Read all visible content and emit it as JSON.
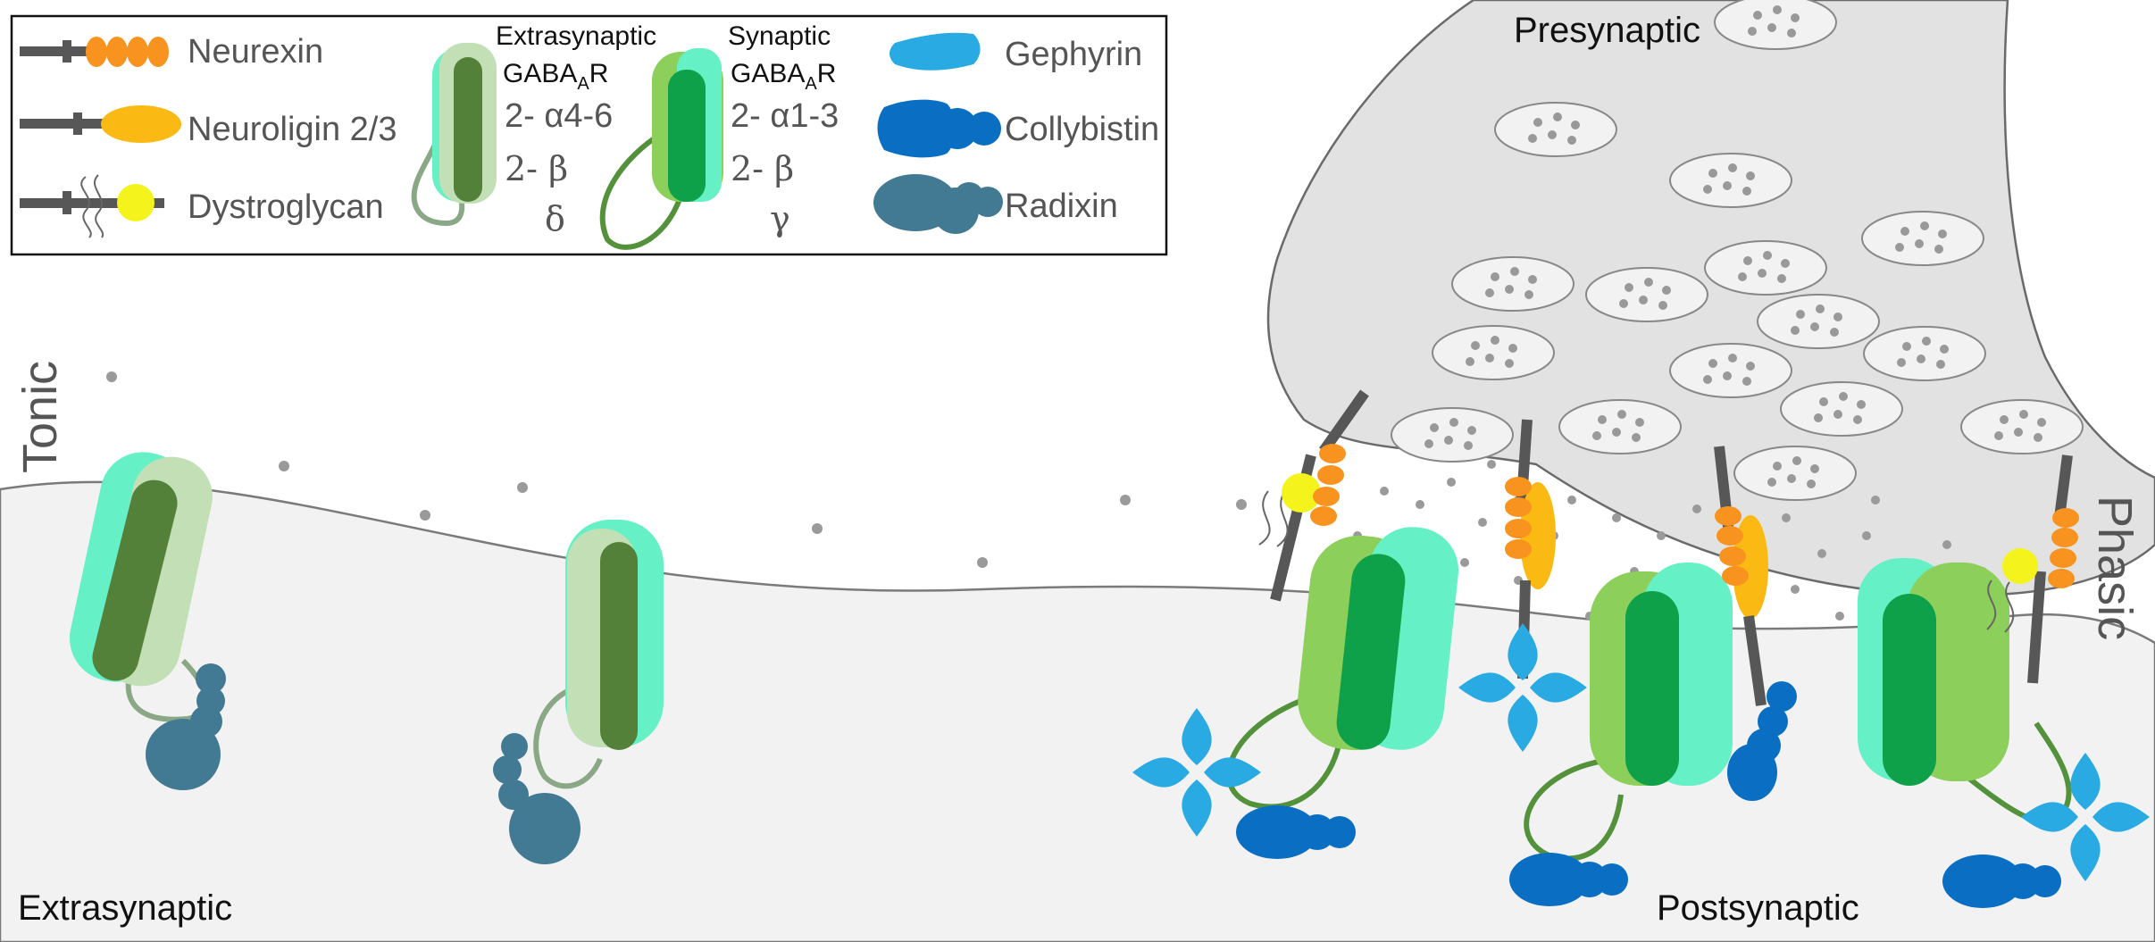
{
  "legend": {
    "neurexin": "Neurexin",
    "neuroligin": "Neuroligin 2/3",
    "dystroglycan": "Dystroglycan",
    "extrasynaptic_title": "Extrasynaptic",
    "extrasynaptic_gaba": "GABA",
    "extrasynaptic_gaba_sub": "A",
    "extrasynaptic_gaba_r": "R",
    "extrasynaptic_sub1": "2- α4-6",
    "extrasynaptic_sub2": "2- β",
    "extrasynaptic_sub3": "δ",
    "synaptic_title": "Synaptic",
    "synaptic_gaba": "GABA",
    "synaptic_gaba_sub": "A",
    "synaptic_gaba_r": "R",
    "synaptic_sub1": "2- α1-3",
    "synaptic_sub2": "2- β",
    "synaptic_sub3": "γ",
    "gephyrin": "Gephyrin",
    "collybistin": "Collybistin",
    "radixin": "Radixin"
  },
  "labels": {
    "presynaptic": "Presynaptic",
    "tonic": "Tonic",
    "phasic": "Phasic",
    "extrasynaptic": "Extrasynaptic",
    "postsynaptic": "Postsynaptic"
  },
  "colors": {
    "neurexin": "#f7931e",
    "neuroligin": "#fbb913",
    "dystroglycan": "#f4f41c",
    "gephyrin": "#29aae3",
    "collybistin": "#0a6fc2",
    "radixin": "#427a93",
    "receptor_dark": "#53813a",
    "receptor_light": "#c2dfb6",
    "receptor_green": "#8ccf5a",
    "receptor_core": "#0fa04a",
    "receptor_aqua": "#66f0c6",
    "rod": "#575757",
    "membrane": "#f2f2f2",
    "terminal": "#e2e2e2"
  }
}
